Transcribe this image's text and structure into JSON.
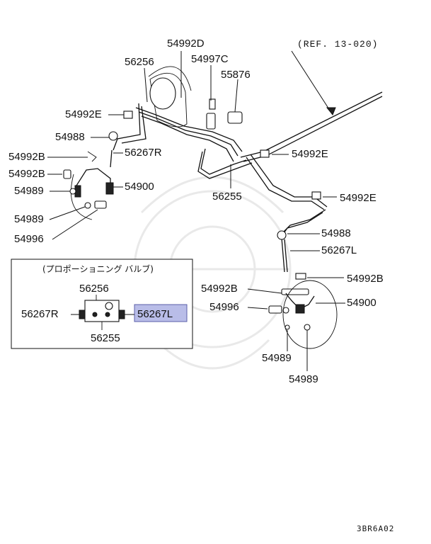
{
  "reference": "(REF. 13-020)",
  "diagram_code": "3BR6A02",
  "inset": {
    "title": "(プロポーショニング バルブ)",
    "labels": {
      "top": "56256",
      "left": "56267R",
      "right": "56267L",
      "bottom": "56255"
    }
  },
  "parts": {
    "p54992D": "54992D",
    "p54997C": "54997C",
    "p55876": "55876",
    "p56256": "56256",
    "p54992E_1": "54992E",
    "p54988_1": "54988",
    "p54992B_1": "54992B",
    "p56267R": "56267R",
    "p54992B_2": "54992B",
    "p54989_1": "54989",
    "p54900_1": "54900",
    "p54989_2": "54989",
    "p54996_1": "54996",
    "p54992E_2": "54992E",
    "p56255": "56255",
    "p54992E_3": "54992E",
    "p54988_2": "54988",
    "p56267L": "56267L",
    "p54992B_3": "54992B",
    "p54992B_4": "54992B",
    "p54900_2": "54900",
    "p54996_2": "54996",
    "p54989_3": "54989",
    "p54989_4": "54989"
  },
  "highlight_color": "#b9bde8"
}
